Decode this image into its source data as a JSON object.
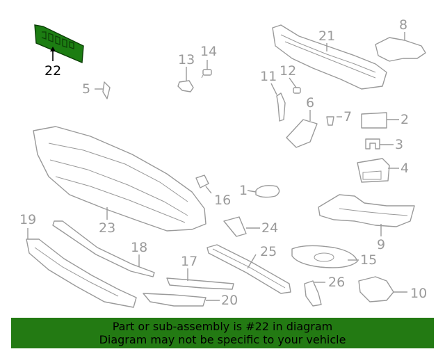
{
  "diagram": {
    "highlight_color": "#1c7d12",
    "callouts": [
      {
        "id": "1",
        "label": "1"
      },
      {
        "id": "2",
        "label": "2"
      },
      {
        "id": "3",
        "label": "3"
      },
      {
        "id": "4",
        "label": "4"
      },
      {
        "id": "5",
        "label": "5"
      },
      {
        "id": "6",
        "label": "6"
      },
      {
        "id": "7",
        "label": "7"
      },
      {
        "id": "8",
        "label": "8"
      },
      {
        "id": "9",
        "label": "9"
      },
      {
        "id": "10",
        "label": "10"
      },
      {
        "id": "11",
        "label": "11"
      },
      {
        "id": "12",
        "label": "12"
      },
      {
        "id": "13",
        "label": "13"
      },
      {
        "id": "14",
        "label": "14"
      },
      {
        "id": "15",
        "label": "15"
      },
      {
        "id": "16",
        "label": "16"
      },
      {
        "id": "17",
        "label": "17"
      },
      {
        "id": "18",
        "label": "18"
      },
      {
        "id": "19",
        "label": "19"
      },
      {
        "id": "20",
        "label": "20"
      },
      {
        "id": "21",
        "label": "21"
      },
      {
        "id": "22",
        "label": "22",
        "highlighted": true
      },
      {
        "id": "23",
        "label": "23"
      },
      {
        "id": "24",
        "label": "24"
      },
      {
        "id": "25",
        "label": "25"
      },
      {
        "id": "26",
        "label": "26"
      }
    ]
  },
  "banner": {
    "line1": "Part or sub-assembly is #22 in diagram",
    "line2": "Diagram may not be specific to your vehicle",
    "background": "#237a13"
  }
}
